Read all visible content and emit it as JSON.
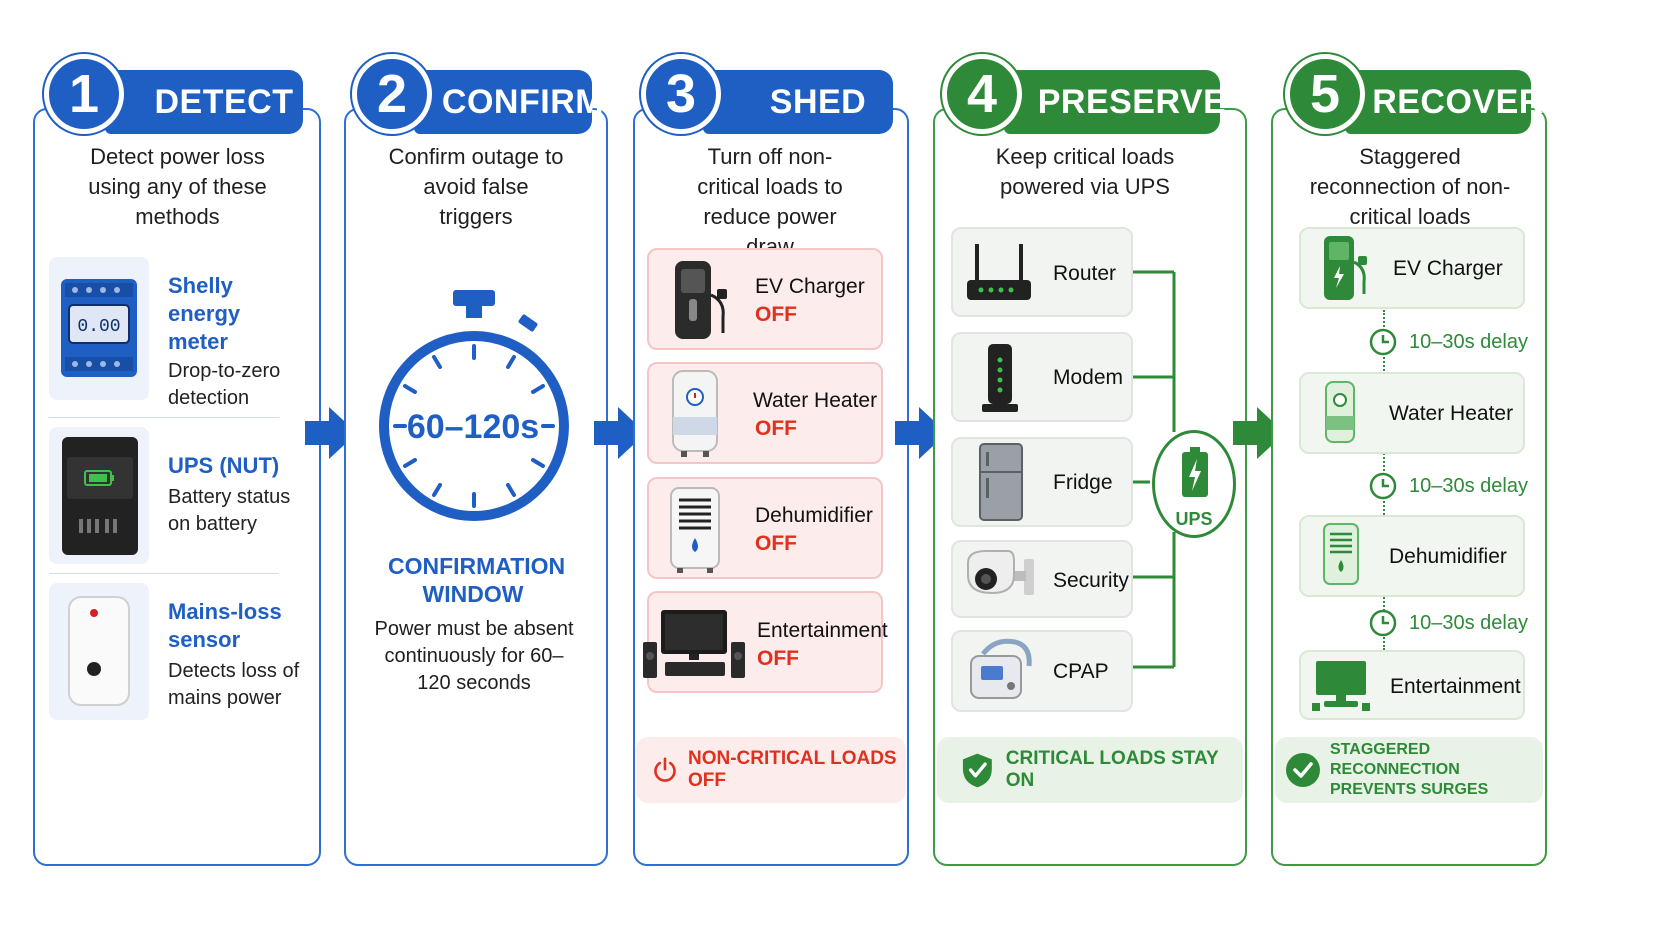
{
  "steps": [
    {
      "num": "1",
      "title": "DETECT",
      "desc": "Detect power loss using any of these methods"
    },
    {
      "num": "2",
      "title": "CONFIRM",
      "desc": "Confirm outage to avoid false triggers"
    },
    {
      "num": "3",
      "title": "SHED",
      "desc": "Turn off non-critical loads to reduce power draw"
    },
    {
      "num": "4",
      "title": "PRESERVE",
      "desc": "Keep critical loads powered via UPS"
    },
    {
      "num": "5",
      "title": "RECOVER",
      "desc": "Staggered reconnection of non-critical loads"
    }
  ],
  "detect_methods": [
    {
      "title": "Shelly energy meter",
      "detail": "Drop-to-zero detection",
      "icon": "energy-meter-icon",
      "meter_reading": "0.00"
    },
    {
      "title": "UPS (NUT)",
      "detail": "Battery status on battery",
      "icon": "ups-device-icon"
    },
    {
      "title": "Mains-loss sensor",
      "detail": "Detects loss of mains power",
      "icon": "sensor-icon"
    }
  ],
  "confirm": {
    "timer": "60–120s",
    "window_title": "CONFIRMATION WINDOW",
    "window_text": "Power must be absent continuously for 60–120 seconds"
  },
  "shed_devices": [
    {
      "name": "EV Charger",
      "status": "OFF",
      "icon": "ev-charger-icon"
    },
    {
      "name": "Water Heater",
      "status": "OFF",
      "icon": "water-heater-icon"
    },
    {
      "name": "Dehumidifier",
      "status": "OFF",
      "icon": "dehumidifier-icon"
    },
    {
      "name": "Entertainment",
      "status": "OFF",
      "icon": "tv-icon"
    }
  ],
  "shed_footer": "NON-CRITICAL LOADS OFF",
  "preserve_devices": [
    {
      "name": "Router",
      "icon": "router-icon"
    },
    {
      "name": "Modem",
      "icon": "modem-icon"
    },
    {
      "name": "Fridge",
      "icon": "fridge-icon"
    },
    {
      "name": "Security",
      "icon": "camera-icon"
    },
    {
      "name": "CPAP",
      "icon": "cpap-icon"
    }
  ],
  "ups_label": "UPS",
  "preserve_footer": "CRITICAL LOADS STAY ON",
  "recover_devices": [
    {
      "name": "EV Charger",
      "icon": "ev-charger-icon"
    },
    {
      "name": "Water Heater",
      "icon": "water-heater-icon"
    },
    {
      "name": "Dehumidifier",
      "icon": "dehumidifier-icon"
    },
    {
      "name": "Entertainment",
      "icon": "tv-icon"
    }
  ],
  "delay_label": "10–30s delay",
  "recover_footer": "STAGGERED RECONNECTION PREVENTS SURGES",
  "colors": {
    "blue": "#1f5fc4",
    "green": "#2e8a38",
    "red": "#e0301e"
  }
}
